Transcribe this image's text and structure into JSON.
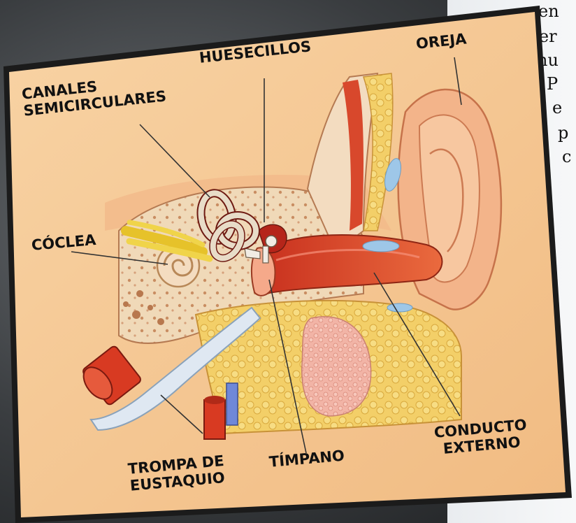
{
  "labels": {
    "canales": [
      "CANALES",
      "SEMICIRCULARES"
    ],
    "huesecillos": "HUESECILLOS",
    "oreja": "OREJA",
    "coclea": "CÓCLEA",
    "trompa": [
      "TROMPA DE",
      "EUSTAQUIO"
    ],
    "timpano": "TÍMPANO",
    "conducto": [
      "CONDUCTO",
      "EXTERNO"
    ]
  },
  "background_text": [
    "en",
    "fer",
    "hu",
    "P",
    "e",
    "p",
    "c"
  ],
  "colors": {
    "panel": "#f6c894",
    "border": "#1b1b1b",
    "bone": "#f2e2c8",
    "tissue_red": "#d83a22",
    "fat_yellow": "#f2cc5c",
    "canal_blue": "#9ec7e8",
    "leader_line": "#333333"
  }
}
